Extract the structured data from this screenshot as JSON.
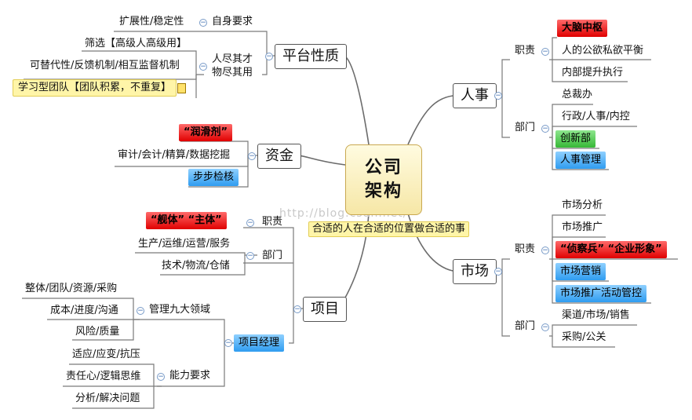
{
  "center": {
    "line1": "公司",
    "line2": "架构",
    "note": "合适的人在合适的位置做合适的事"
  },
  "watermark": "http://blog.csdn.net/",
  "platform": {
    "title": "平台性质",
    "self_req": "自身要求",
    "ext": "扩展性/稳定性",
    "talent": "人尽其才\n物尽其用",
    "filter": "筛选【高级人高级用】",
    "replace": "可替代性/反馈机制/相互监督机制",
    "learning": "学习型团队【团队积累，不重复】"
  },
  "capital": {
    "title": "资金",
    "lube": "“润滑剂”",
    "audit": "审计/会计/精算/数据挖掘",
    "check": "步步检核"
  },
  "project": {
    "title": "项目",
    "duty": "职责",
    "duty_val": "“舰体” “主体”",
    "dept": "部门",
    "dept1": "生产/运维/运营/服务",
    "dept2": "技术/物流/仓储",
    "pm": "项目经理",
    "nine": "管理九大领域",
    "n1": "整体/团队/资源/采购",
    "n2": "成本/进度/沟通",
    "n3": "风险/质量",
    "ability": "能力要求",
    "a1": "适应/应变/抗压",
    "a2": "责任心/逻辑思维",
    "a3": "分析/解决问题"
  },
  "hr": {
    "title": "人事",
    "duty": "职责",
    "d1": "大脑中枢",
    "d2": "人的公欲私欲平衡",
    "d3": "内部提升执行",
    "dept": "部门",
    "p1": "总裁办",
    "p2": "行政/人事/内控",
    "p3": "创新部",
    "p4": "人事管理"
  },
  "market": {
    "title": "市场",
    "duty": "职责",
    "d1": "市场分析",
    "d2": "市场推广",
    "d3": "“侦察兵” “企业形象”",
    "d4": "市场营销",
    "d5": "市场推广活动管控",
    "dept": "部门",
    "p1": "渠道/市场/销售",
    "p2": "采购/公关"
  },
  "colors": {
    "line": "#6b6b6b",
    "red": "#e00000",
    "blue": "#2f9cf0",
    "green": "#36b836",
    "core": "#f6e7a6"
  },
  "icons": [
    "collapse-icon",
    "note-icon"
  ]
}
